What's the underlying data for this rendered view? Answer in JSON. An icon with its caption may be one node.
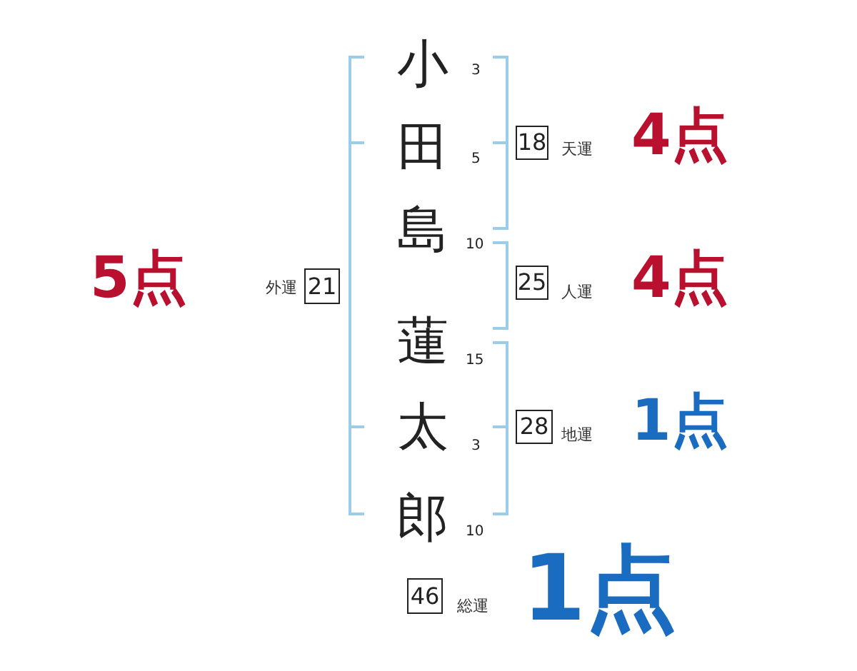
{
  "diagram": {
    "nodes": [
      {
        "text": [
          "21"
        ],
        "beside": [
          "外運",
          "5点"
        ]
      },
      {
        "text": [
          "18"
        ],
        "beside": [
          "天運",
          "4点"
        ]
      },
      {
        "text": [
          "25"
        ],
        "beside": [
          "人運",
          "4点"
        ]
      },
      {
        "text": [
          "28"
        ],
        "beside": [
          "地運",
          "1点"
        ]
      },
      {
        "text": [
          "46"
        ],
        "beside": [
          "総運",
          "1点"
        ]
      }
    ],
    "labels": [
      "小",
      "3",
      "田",
      "5",
      "島",
      "10",
      "蓮",
      "15",
      "太",
      "3",
      "郎",
      "10"
    ]
  }
}
